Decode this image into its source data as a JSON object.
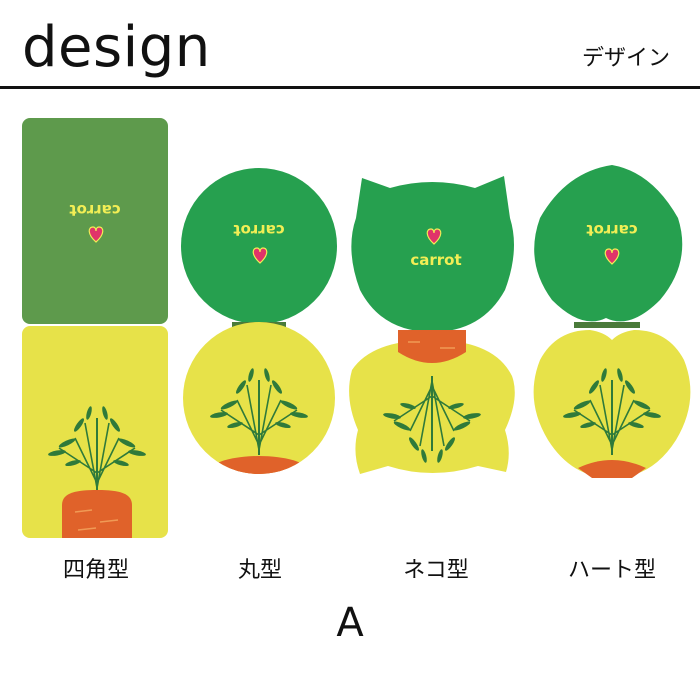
{
  "header": {
    "title": "design",
    "subtitle": "デザイン"
  },
  "products": [
    {
      "caption": "四角型",
      "brand": "carrot"
    },
    {
      "caption": "丸型",
      "brand": "carrot"
    },
    {
      "caption": "ネコ型",
      "brand": "carrot"
    },
    {
      "caption": "ハート型",
      "brand": "carrot"
    }
  ],
  "variant": "A",
  "colors": {
    "green": "#26a04f",
    "dark_green": "#5e9a4c",
    "yellow": "#e7e249",
    "orange": "#e0622a",
    "heart": "#e0336a"
  }
}
